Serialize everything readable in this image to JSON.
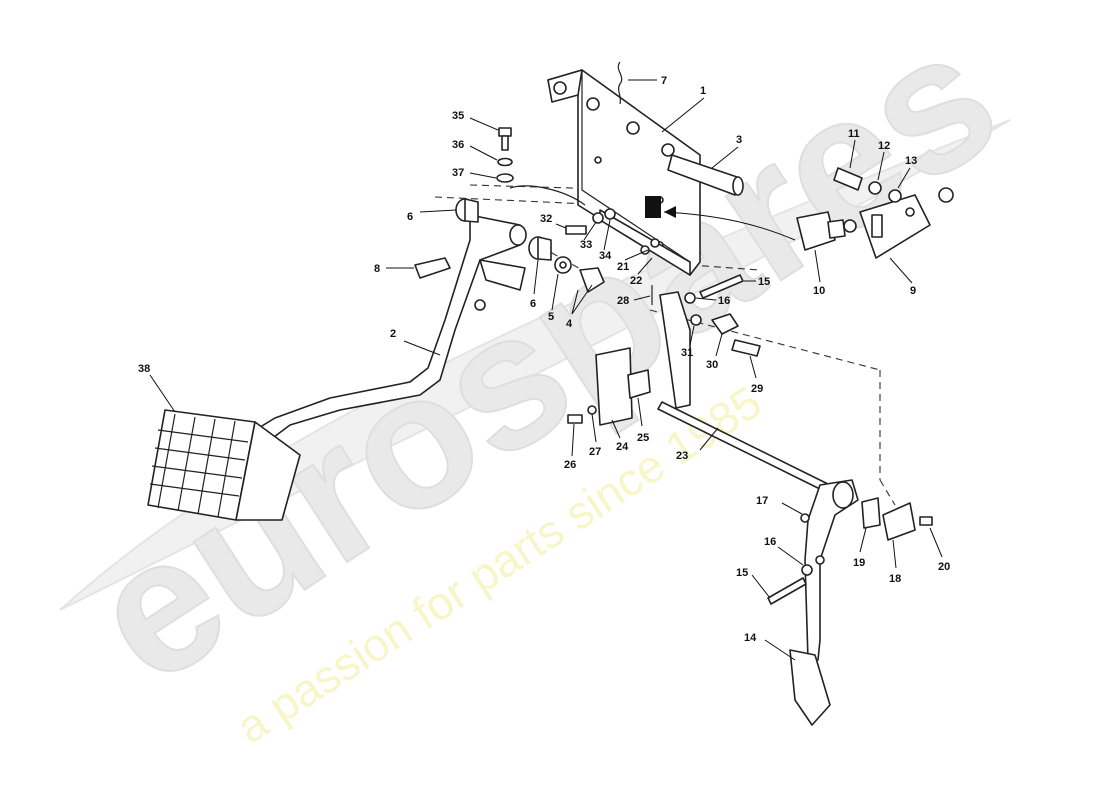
{
  "watermark": {
    "brand": "eurospares",
    "tagline": "a passion for parts since 1985",
    "colors": {
      "brand": "#e9e9e9",
      "tagline": "#f5f3b8"
    }
  },
  "callouts": {
    "c1": "1",
    "c2": "2",
    "c3": "3",
    "c4": "4",
    "c5": "5",
    "c6a": "6",
    "c6b": "6",
    "c7": "7",
    "c8": "8",
    "c9": "9",
    "c10": "10",
    "c11": "11",
    "c12": "12",
    "c13": "13",
    "c14": "14",
    "c15a": "15",
    "c15b": "15",
    "c16a": "16",
    "c16b": "16",
    "c17": "17",
    "c18": "18",
    "c19": "19",
    "c20": "20",
    "c21": "21",
    "c22": "22",
    "c23": "23",
    "c24": "24",
    "c25": "25",
    "c26": "26",
    "c27": "27",
    "c28": "28",
    "c29": "29",
    "c30": "30",
    "c31": "31",
    "c32": "32",
    "c33": "33",
    "c34": "34",
    "c35": "35",
    "c36": "36",
    "c37": "37",
    "c38": "38"
  }
}
